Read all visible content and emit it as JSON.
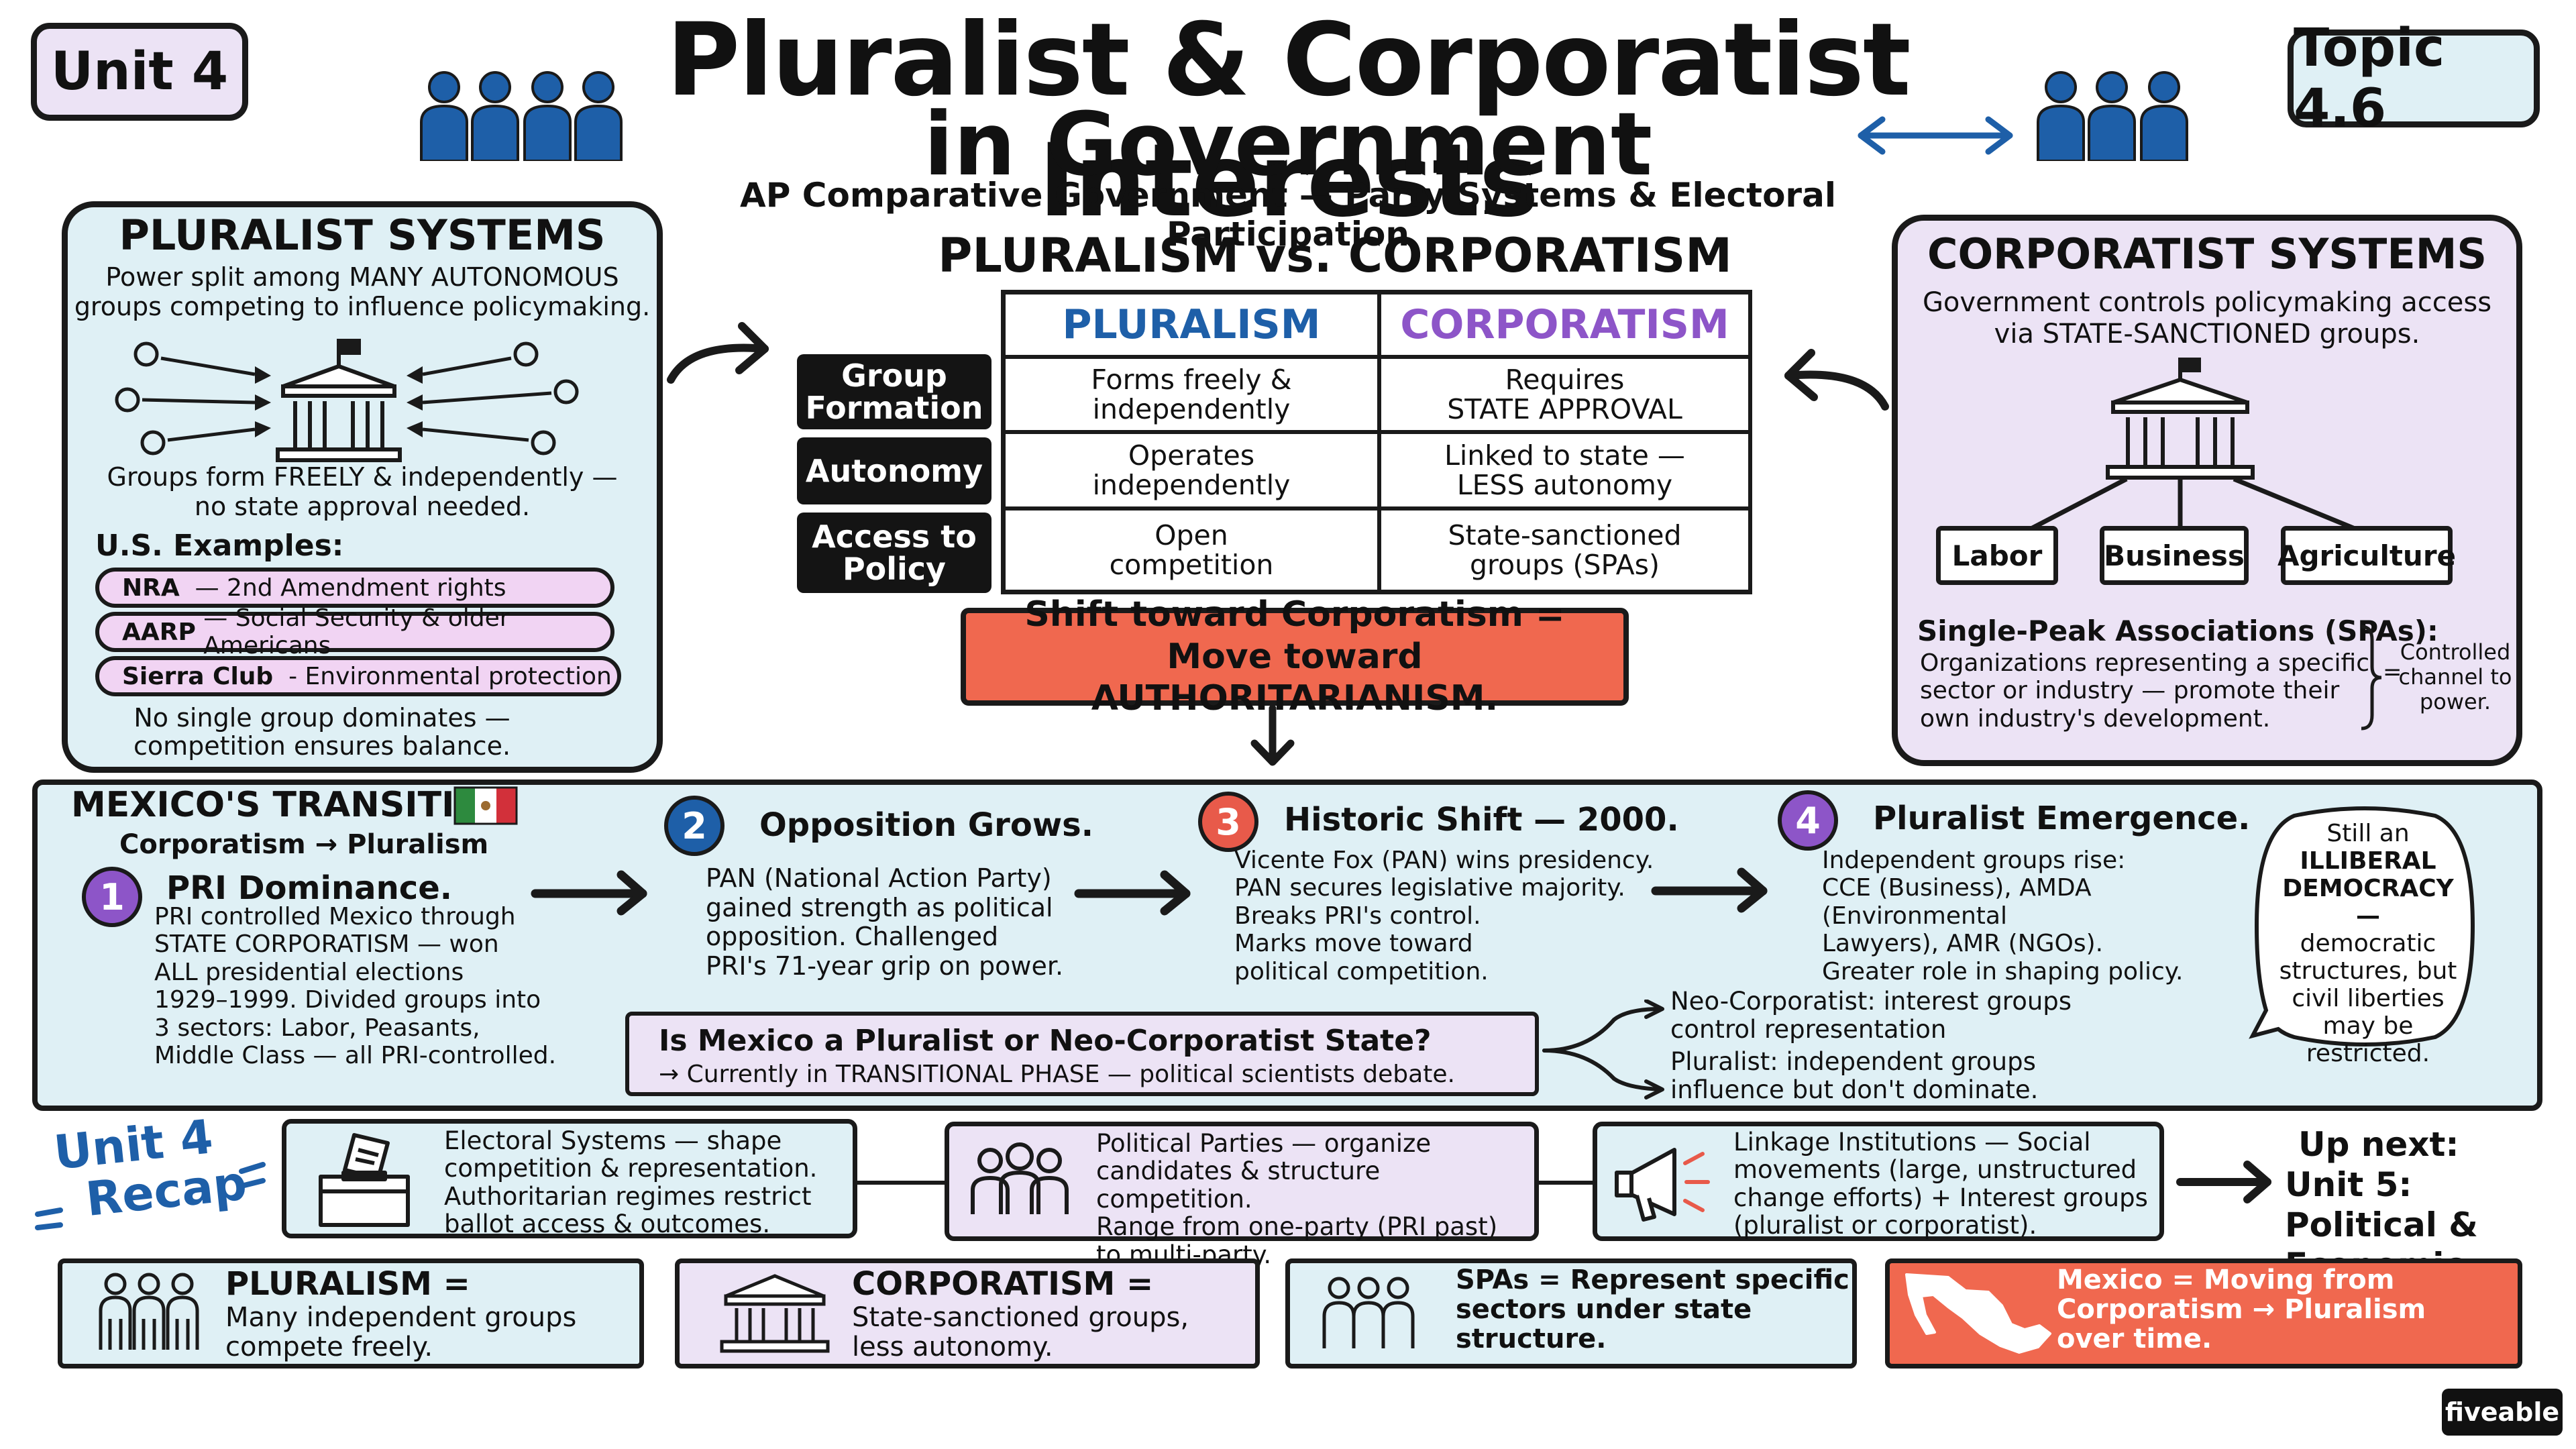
{
  "header": {
    "unit_tag": "Unit 4",
    "topic_tag": "Topic 4.6",
    "title_line1": "Pluralist & Corporatist Interests",
    "title_line2": "in Government",
    "subtitle": "AP Comparative Government — Party Systems & Electoral Participation"
  },
  "pluralist": {
    "title": "PLURALIST SYSTEMS",
    "desc_line1": "Power split among MANY AUTONOMOUS",
    "desc_line2": "groups competing to influence policymaking.",
    "note_line1": "Groups form FREELY & independently —",
    "note_line2": "no state approval needed.",
    "examples_label": "U.S. Examples:",
    "examples": [
      {
        "name": "NRA",
        "desc": "— 2nd Amendment rights"
      },
      {
        "name": "AARP",
        "desc": "— Social Security & older Americans"
      },
      {
        "name": "Sierra Club",
        "desc": "- Environmental protection"
      }
    ],
    "footer_line1": "No single group dominates —",
    "footer_line2": "competition ensures balance."
  },
  "comparison": {
    "title": "PLURALISM vs. CORPORATISM",
    "col_pluralism": "PLURALISM",
    "col_corporatism": "CORPORATISM",
    "rows": [
      {
        "label_line1": "Group",
        "label_line2": "Formation",
        "pl_line1": "Forms freely &",
        "pl_line2": "independently",
        "co_line1": "Requires",
        "co_line2": "STATE APPROVAL"
      },
      {
        "label_line1": "Autonomy",
        "label_line2": "",
        "pl_line1": "Operates",
        "pl_line2": "independently",
        "co_line1": "Linked to state —",
        "co_line2": "LESS autonomy"
      },
      {
        "label_line1": "Access to",
        "label_line2": "Policy",
        "pl_line1": "Open",
        "pl_line2": "competition",
        "co_line1": "State-sanctioned",
        "co_line2": "groups (SPAs)"
      }
    ],
    "shift_line1": "Shift toward Corporatism =",
    "shift_line2": "Move toward AUTHORITARIANISM."
  },
  "corporatist": {
    "title": "CORPORATIST SYSTEMS",
    "desc_line1": "Government controls policymaking access",
    "desc_line2": "via STATE-SANCTIONED groups.",
    "sectors": [
      "Labor",
      "Business",
      "Agriculture"
    ],
    "spa_title": "Single-Peak Associations (SPAs):",
    "spa_line1": "Organizations representing a specific",
    "spa_line2": "sector or industry — promote their",
    "spa_line3": "own industry's development.",
    "controlled_eq": "=",
    "controlled_line1": "Controlled",
    "controlled_line2": "channel to",
    "controlled_line3": "power."
  },
  "mexico": {
    "title": "MEXICO'S TRANSITION",
    "subtitle": "Corporatism → Pluralism",
    "steps": [
      {
        "num": "1",
        "title": "PRI Dominance.",
        "lines": [
          "PRI controlled Mexico through",
          "STATE CORPORATISM — won",
          "ALL presidential elections",
          "1929–1999. Divided groups into",
          "3 sectors: Labor, Peasants,",
          "Middle Class — all PRI-controlled."
        ]
      },
      {
        "num": "2",
        "title": "Opposition Grows.",
        "lines": [
          "PAN (National Action Party)",
          "gained strength as political",
          "opposition. Challenged",
          "PRI's 71-year grip on power."
        ]
      },
      {
        "num": "3",
        "title": "Historic Shift — 2000.",
        "lines": [
          "Vicente Fox (PAN) wins presidency.",
          "PAN secures legislative majority.",
          "Breaks PRI's control.",
          "Marks move toward",
          "political competition."
        ]
      },
      {
        "num": "4",
        "title": "Pluralist Emergence.",
        "lines": [
          "Independent groups rise:",
          "CCE (Business), AMDA (Environmental",
          "Lawyers), AMR (NGOs).",
          "Greater role in shaping policy."
        ]
      }
    ],
    "question_line1": "Is Mexico a Pluralist or Neo-Corporatist State?",
    "question_line2": "→ Currently in TRANSITIONAL PHASE — political scientists debate.",
    "branch1_line1": "Neo-Corporatist: interest groups",
    "branch1_line2": "control representation",
    "branch2_line1": "Pluralist: independent groups",
    "branch2_line2": "influence but don't dominate.",
    "bubble_lines": [
      "Still an",
      "ILLIBERAL",
      "DEMOCRACY —",
      "democratic",
      "structures, but",
      "civil liberties",
      "may be",
      "restricted."
    ]
  },
  "recap": {
    "label_line1": "Unit 4",
    "label_line2": "Recap",
    "cards": [
      {
        "lines": [
          "Electoral Systems — shape",
          "competition & representation.",
          "Authoritarian regimes restrict",
          "ballot access & outcomes."
        ]
      },
      {
        "lines": [
          "Political Parties — organize",
          "candidates & structure competition.",
          "Range from one-party (PRI past)",
          "to multi-party."
        ]
      },
      {
        "lines": [
          "Linkage Institutions — Social",
          "movements (large, unstructured",
          "change efforts) + Interest groups",
          "(pluralist or corporatist)."
        ]
      }
    ],
    "up_next_label": "Up next:",
    "up_next_line1": "Unit 5: Political &",
    "up_next_line2": "Economic Changes!"
  },
  "definitions": [
    {
      "title": "PLURALISM =",
      "line1": "Many independent groups",
      "line2": "compete freely."
    },
    {
      "title": "CORPORATISM =",
      "line1": "State-sanctioned groups,",
      "line2": "less autonomy."
    },
    {
      "title": "",
      "line1": "SPAs = Represent specific",
      "line2": "sectors under state",
      "line3": "structure."
    },
    {
      "title": "",
      "line1": "Mexico = Moving from",
      "line2": "Corporatism → Pluralism",
      "line3": "over time."
    }
  ],
  "brand": "fiveable",
  "colors": {
    "panel_blue": "#dff0f5",
    "panel_lavender": "#ece3f5",
    "pill_pink": "#f1d4f3",
    "shift_red": "#f0684f",
    "blue_accent": "#1e5fa8",
    "purple_accent": "#8d55c8",
    "step_red": "#e85a4a"
  }
}
